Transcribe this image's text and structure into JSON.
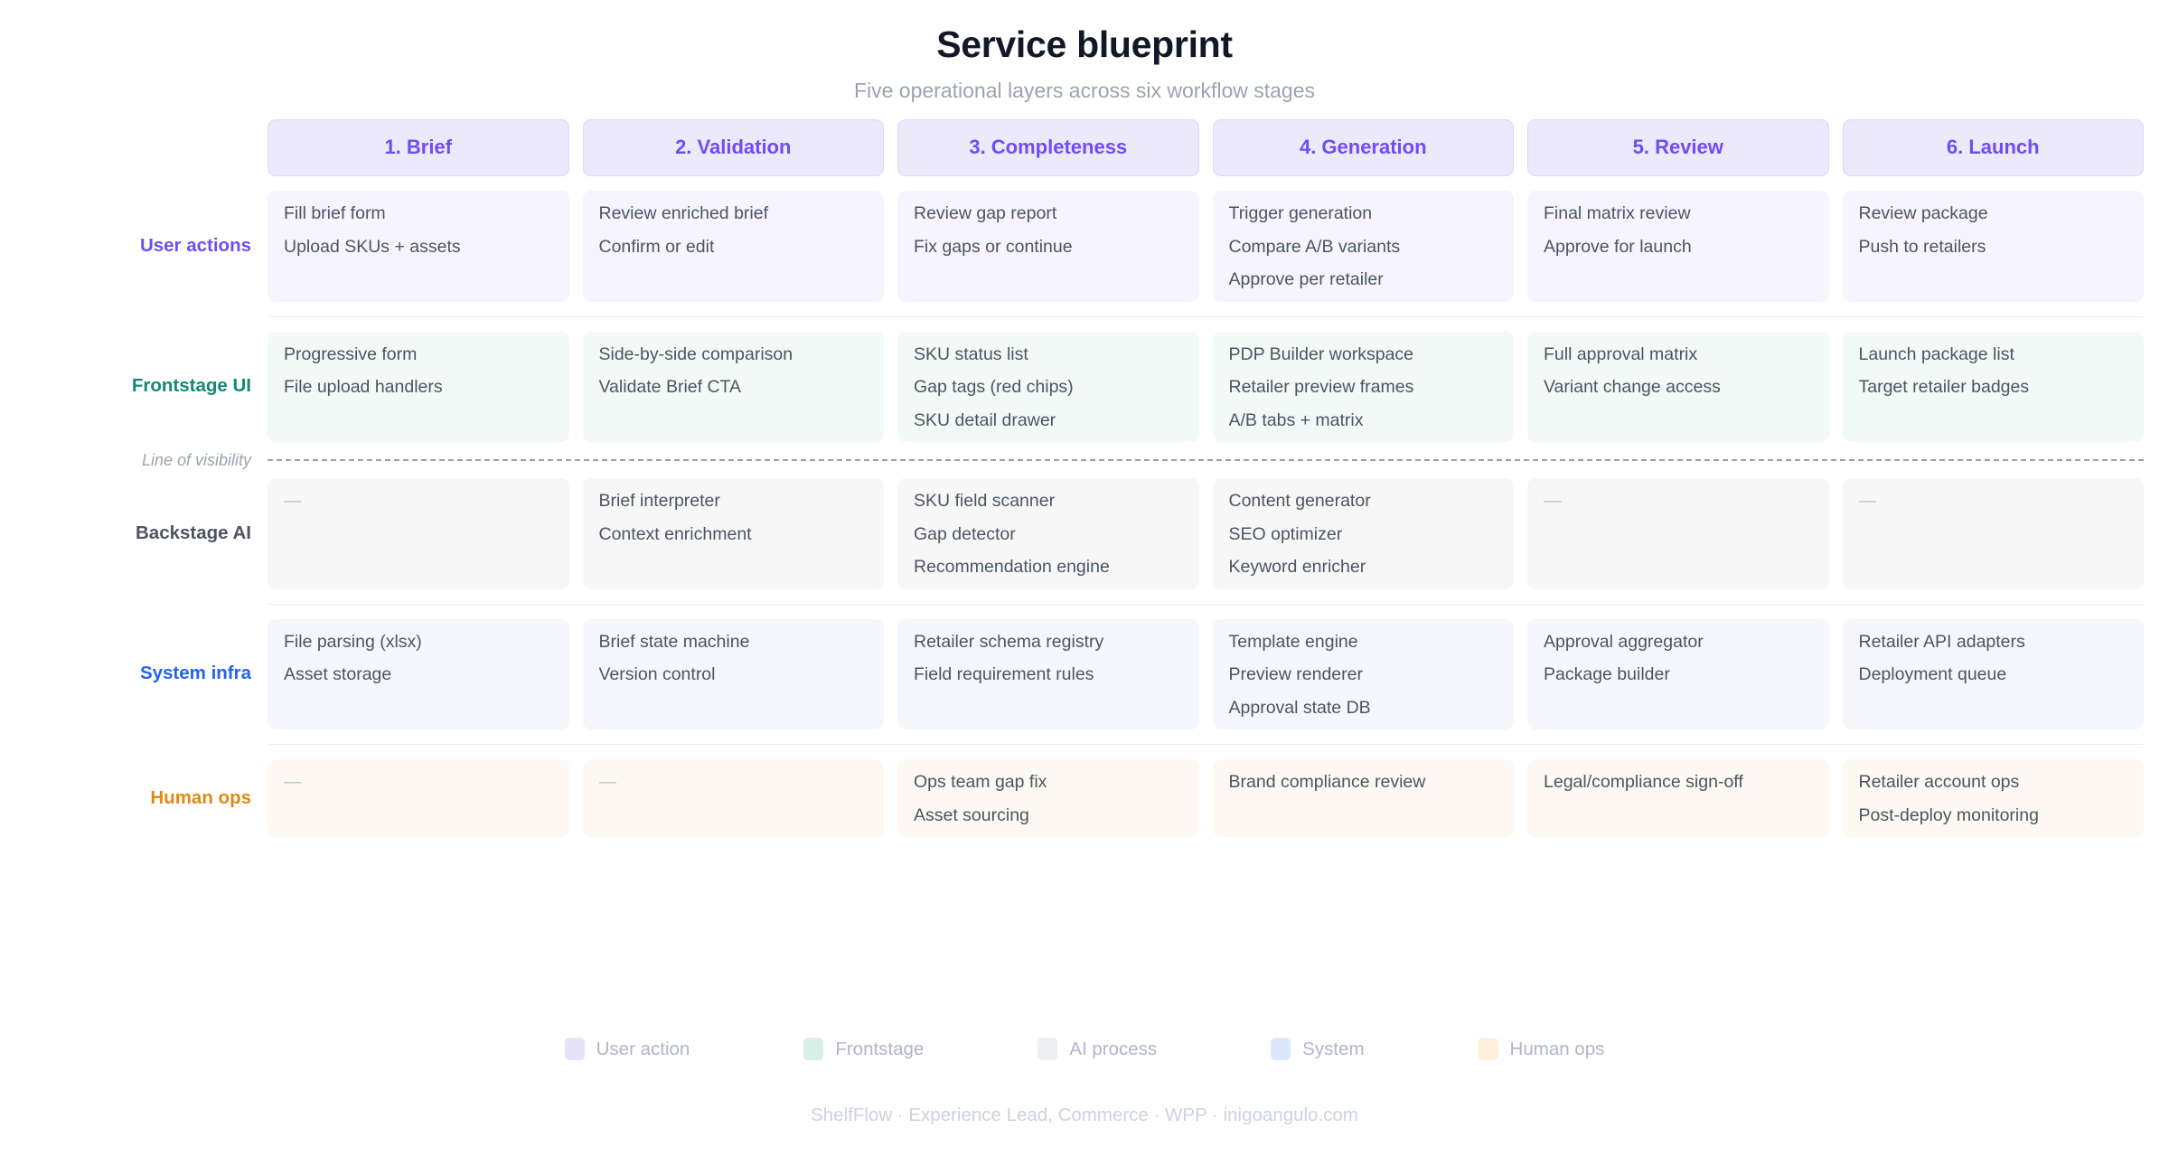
{
  "header": {
    "title": "Service blueprint",
    "subtitle": "Five operational layers across six workflow stages"
  },
  "stages": [
    {
      "label": "1. Brief"
    },
    {
      "label": "2. Validation"
    },
    {
      "label": "3. Completeness"
    },
    {
      "label": "4. Generation"
    },
    {
      "label": "5. Review"
    },
    {
      "label": "6. Launch"
    }
  ],
  "visibility": {
    "label": "Line of visibility"
  },
  "rows": [
    {
      "key": "user",
      "label": "User actions",
      "color": "#6d4df6",
      "cells": [
        [
          "Fill brief form",
          "Upload SKUs + assets"
        ],
        [
          "Review enriched brief",
          "Confirm or edit"
        ],
        [
          "Review gap report",
          "Fix gaps or continue"
        ],
        [
          "Trigger generation",
          "Compare A/B variants",
          "Approve per retailer"
        ],
        [
          "Final matrix review",
          "Approve for launch"
        ],
        [
          "Review package",
          "Push to retailers"
        ]
      ]
    },
    {
      "key": "front",
      "label": "Frontstage UI",
      "color": "#128a73",
      "cells": [
        [
          "Progressive form",
          "File upload handlers"
        ],
        [
          "Side-by-side comparison",
          "Validate Brief CTA"
        ],
        [
          "SKU status list",
          "Gap tags (red chips)",
          "SKU detail drawer"
        ],
        [
          "PDP Builder workspace",
          "Retailer preview frames",
          "A/B tabs + matrix"
        ],
        [
          "Full approval matrix",
          "Variant change access"
        ],
        [
          "Launch package list",
          "Target retailer badges"
        ]
      ]
    },
    {
      "key": "ai",
      "label": "Backstage AI",
      "color": "#4b5563",
      "cells": [
        [
          "—"
        ],
        [
          "Brief interpreter",
          "Context enrichment"
        ],
        [
          "SKU field scanner",
          "Gap detector",
          "Recommendation engine"
        ],
        [
          "Content generator",
          "SEO optimizer",
          "Keyword enricher"
        ],
        [
          "—"
        ],
        [
          "—"
        ]
      ]
    },
    {
      "key": "system",
      "label": "System infra",
      "color": "#2563eb",
      "cells": [
        [
          "File parsing (xlsx)",
          "Asset storage"
        ],
        [
          "Brief state machine",
          "Version control"
        ],
        [
          "Retailer schema registry",
          "Field requirement rules"
        ],
        [
          "Template engine",
          "Preview renderer",
          "Approval state DB"
        ],
        [
          "Approval aggregator",
          "Package builder"
        ],
        [
          "Retailer API adapters",
          "Deployment queue"
        ]
      ]
    },
    {
      "key": "human",
      "label": "Human ops",
      "color": "#e08a13",
      "cells": [
        [
          "—"
        ],
        [
          "—"
        ],
        [
          "Ops team gap fix",
          "Asset sourcing"
        ],
        [
          "Brand compliance review"
        ],
        [
          "Legal/compliance sign-off"
        ],
        [
          "Retailer account ops",
          "Post-deploy monitoring"
        ]
      ]
    }
  ],
  "legend": [
    {
      "label": "User action",
      "color": "#e7e3fa"
    },
    {
      "label": "Frontstage",
      "color": "#d8f0ea"
    },
    {
      "label": "AI process",
      "color": "#eceef0"
    },
    {
      "label": "System",
      "color": "#dde9fb"
    },
    {
      "label": "Human ops",
      "color": "#faf0dc"
    }
  ],
  "footer": {
    "text": "ShelfFlow · Experience Lead, Commerce · WPP · inigoangulo.com"
  }
}
